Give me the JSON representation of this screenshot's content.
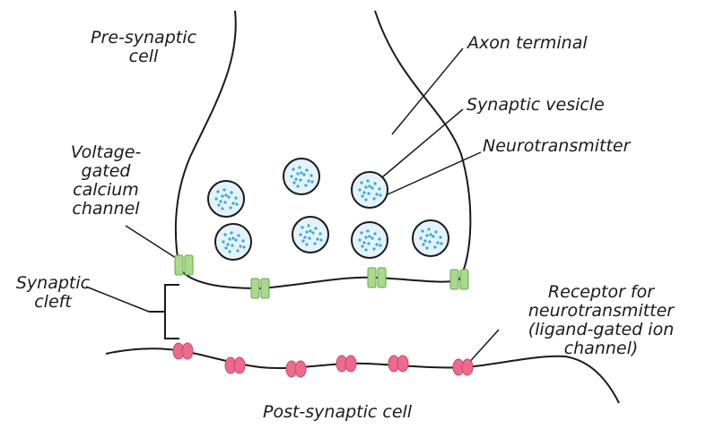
{
  "labels": {
    "pre_synaptic_cell": [
      "Pre-synaptic",
      "cell"
    ],
    "axon_terminal": "Axon terminal",
    "synaptic_vesicle": "Synaptic vesicle",
    "neurotransmitter": "Neurotransmitter",
    "voltage_gated_calcium_channel": [
      "Voltage-",
      "gated",
      "calcium",
      "channel"
    ],
    "synaptic_cleft": [
      "Synaptic",
      "cleft"
    ],
    "receptor": [
      "Receptor for",
      "neurotransmitter",
      "(ligand-gated ion",
      "channel)"
    ],
    "post_synaptic_cell": "Post-synaptic cell"
  },
  "colors": {
    "outline": "#1a1a1a",
    "vesicle_fill": "#e4f3fb",
    "neurotransmitter_dot": "#3aa6dc",
    "calcium_channel": "#a9d98c",
    "receptor": "#ee6a8c"
  }
}
